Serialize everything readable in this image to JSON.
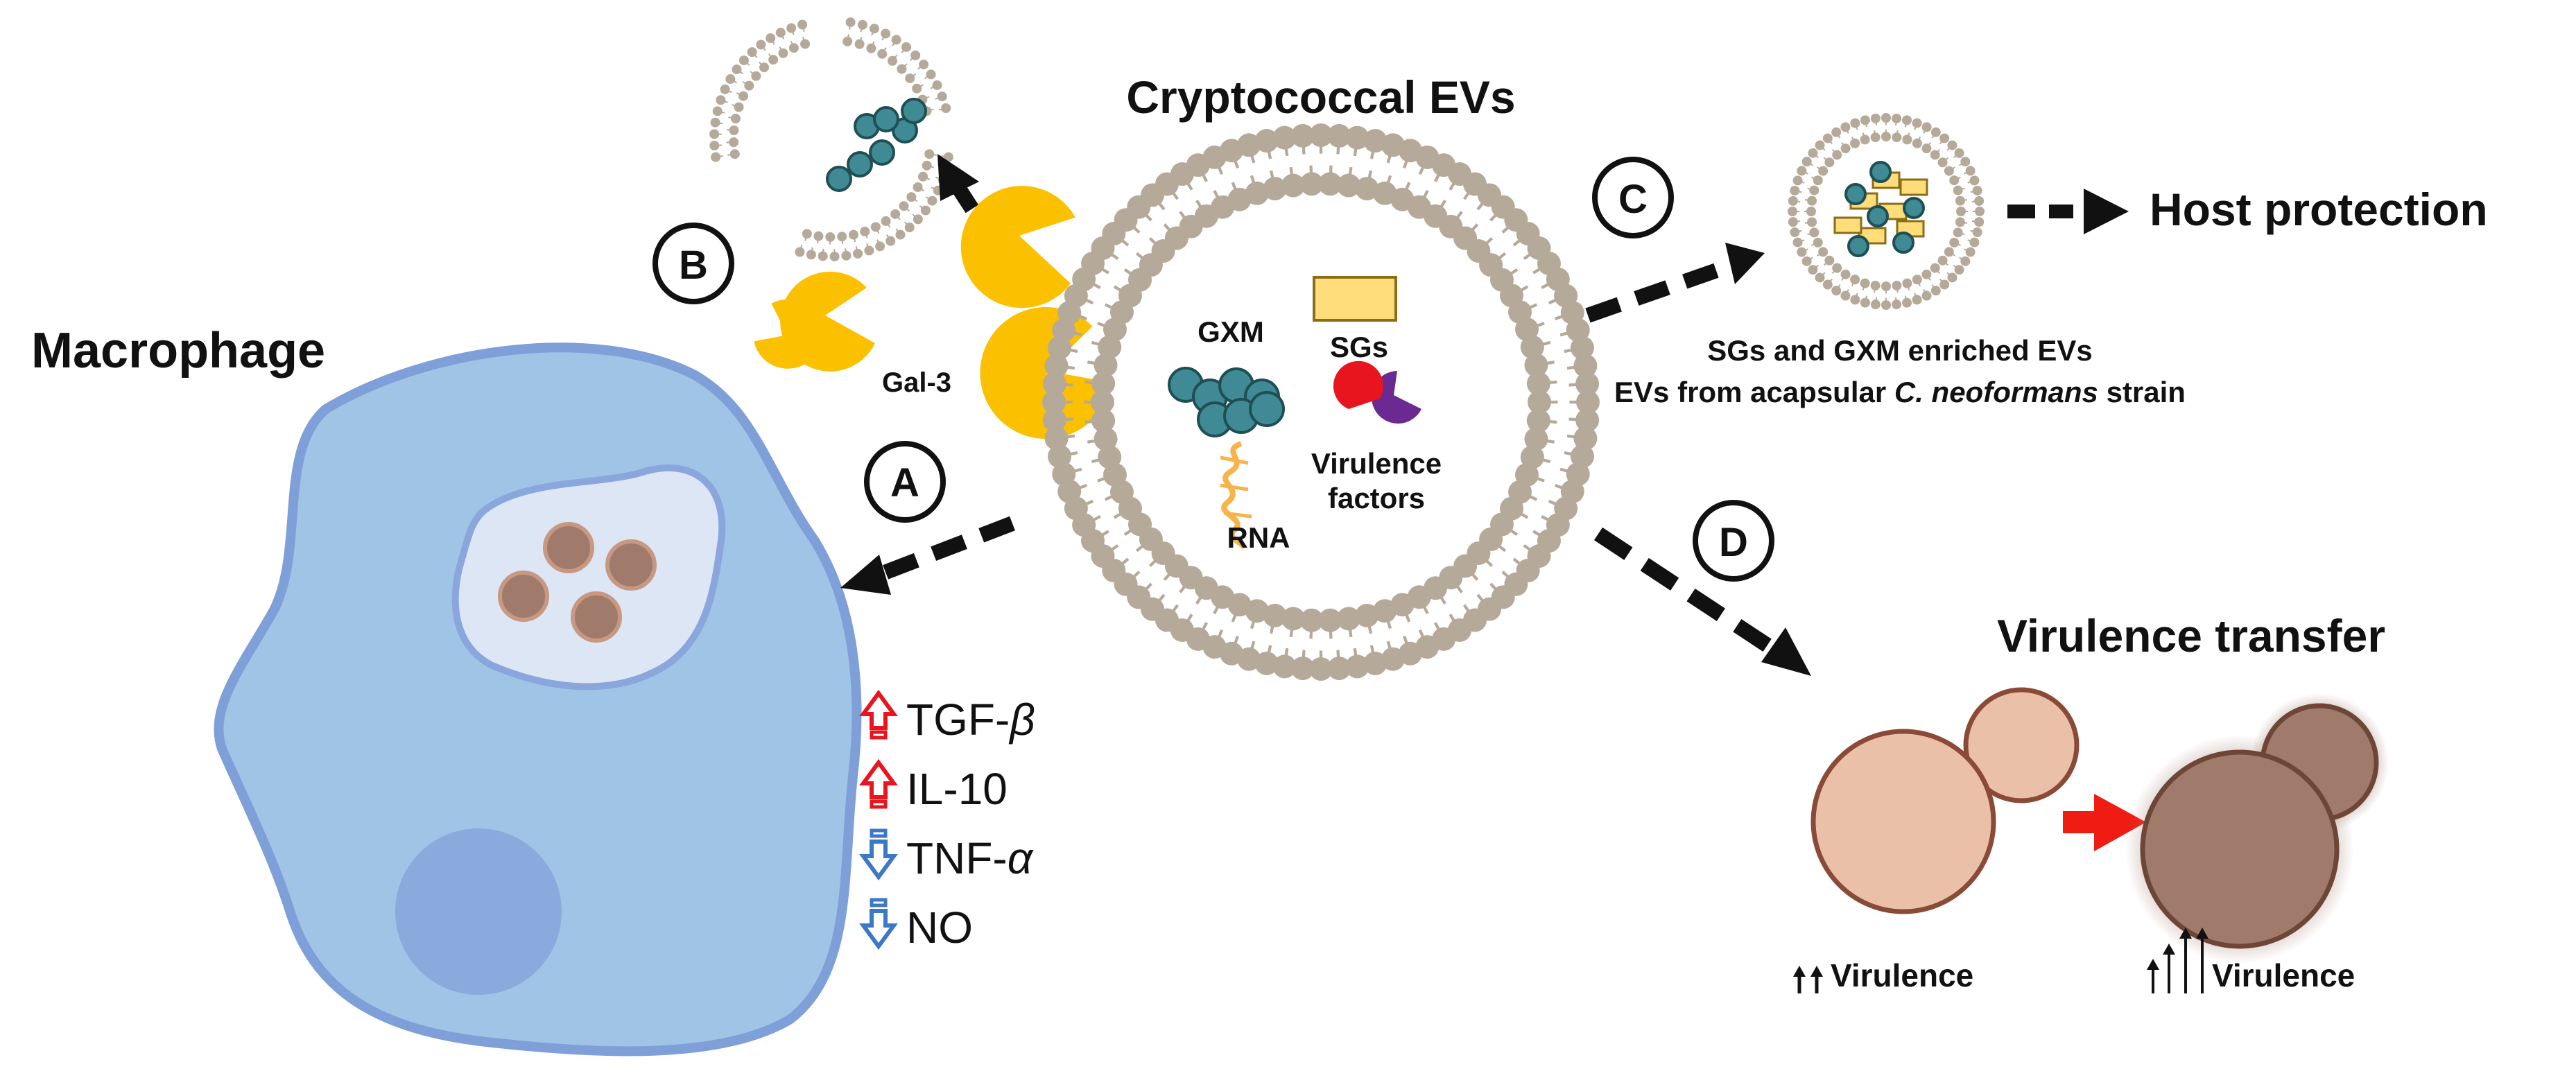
{
  "title": "Cryptococcal EVs",
  "macrophage_label": "Macrophage",
  "panels": {
    "a": "A",
    "b": "B",
    "c": "C",
    "d": "D"
  },
  "gal3_label": "Gal-3",
  "ev_contents": {
    "gxm": "GXM",
    "sgs": "SGs",
    "virulence_line1": "Virulence",
    "virulence_line2": "factors",
    "rna": "RNA"
  },
  "cytokines": [
    {
      "name": "TGF-",
      "greek": "β",
      "direction": "up"
    },
    {
      "name": "IL-10",
      "greek": "",
      "direction": "up"
    },
    {
      "name": "TNF-",
      "greek": "α",
      "direction": "down"
    },
    {
      "name": "NO",
      "greek": "",
      "direction": "down"
    }
  ],
  "host_protection": "Host protection",
  "enriched": {
    "line1": "SGs and GXM enriched EVs",
    "line2_prefix": "EVs from acapsular ",
    "line2_species": "C. neoformans",
    "line2_suffix": " strain"
  },
  "virulence_transfer": "Virulence transfer",
  "virulence_low": "Virulence",
  "virulence_high": "Virulence",
  "colors": {
    "macrophage_fill": "#9fc4e6",
    "macrophage_stroke": "#7f9fd8",
    "gal3": "#fbc000",
    "membrane": "#b5a99a",
    "gxm": "#3f8a94",
    "sg": "#fedd7a",
    "up_arrow": "#e8141e",
    "down_arrow": "#3b79c5",
    "yeast_light": "#ebc0a8",
    "yeast_dark": "#a07a6b",
    "transfer_arrow": "#f01c14"
  }
}
